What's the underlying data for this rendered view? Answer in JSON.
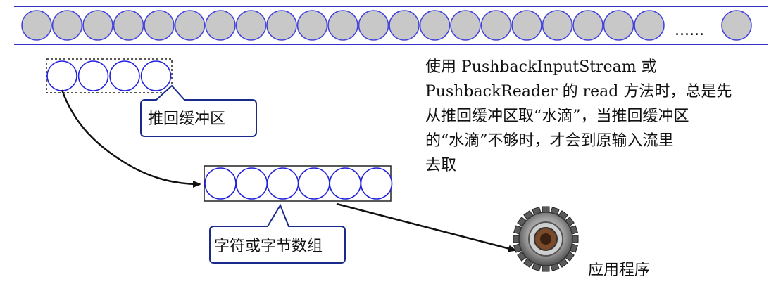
{
  "stream": {
    "ellipsis": "......"
  },
  "callouts": {
    "pushback_buffer": "推回缓冲区",
    "byte_array": "字符或字节数组"
  },
  "description": {
    "lines": [
      "使用 PushbackInputStream 或",
      "PushbackReader 的 read 方法时，总是先",
      "从推回缓冲区取“水滴”，当推回缓冲区",
      "的“水滴”不够时，才会到原输入流里",
      "去取"
    ]
  },
  "application": {
    "label": "应用程序",
    "icon": "gear-icon"
  },
  "colors": {
    "stream_line": "#3333cc",
    "drop_fill": "#c8c8c8",
    "drop_stroke": "#4444dd",
    "circle_stroke": "#2222dd",
    "callout_stroke": "#1a2a8a",
    "arrow": "#111111"
  }
}
